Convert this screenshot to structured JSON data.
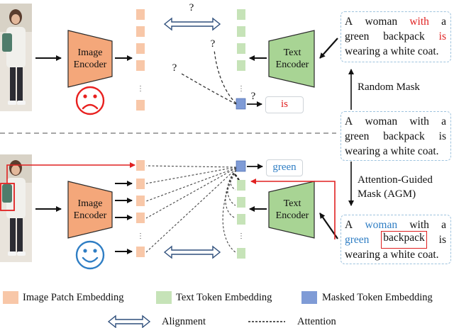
{
  "encoders": {
    "image": "Image Encoder",
    "text": "Text Encoder"
  },
  "question_mark": "?",
  "top_panel": {
    "caption": {
      "line1": [
        "A",
        "woman",
        "with",
        "a"
      ],
      "line2": [
        "green",
        "backpack",
        "is"
      ],
      "line3": "wearing a white coat."
    },
    "mask_step_label": "Random Mask",
    "prediction": "is",
    "emoji": "sad-face",
    "emoji_color": "#e8201f"
  },
  "middle_caption": {
    "line1": [
      "A",
      "woman",
      "with",
      "a"
    ],
    "line2": [
      "green",
      "backpack",
      "is"
    ],
    "line3": "wearing a white coat."
  },
  "bottom_panel": {
    "mask_step_label_line1": "Attention-Guided",
    "mask_step_label_line2": "Mask (AGM)",
    "caption": {
      "line1": [
        "A",
        "woman",
        "with",
        "a"
      ],
      "line2": [
        "green",
        "backpack",
        "is"
      ],
      "line3": "wearing a white coat."
    },
    "prediction": "green",
    "emoji": "happy-face",
    "emoji_color": "#2f7ec4"
  },
  "legend": {
    "image_patch": "Image Patch Embedding",
    "text_token": "Text Token Embedding",
    "masked_token": "Masked Token Embedding",
    "alignment": "Alignment",
    "attention": "Attention"
  },
  "colors": {
    "image_patch": "#f8c7a8",
    "text_token": "#c6e3b8",
    "masked_token": "#7f9bd6",
    "image_encoder": "#f4a77a",
    "text_encoder": "#a8d494",
    "accent_red": "#e02020",
    "accent_blue": "#2f7ec4"
  }
}
